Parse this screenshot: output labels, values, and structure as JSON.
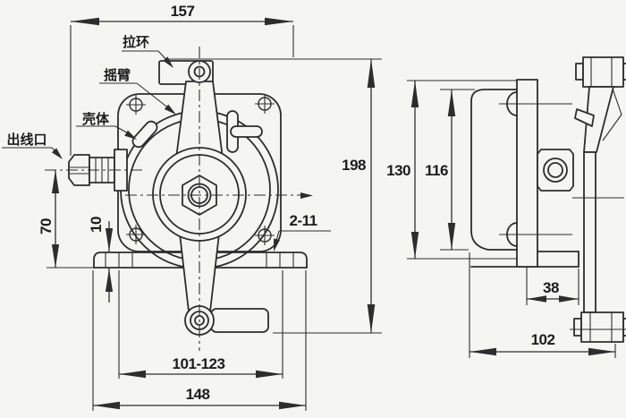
{
  "drawing": {
    "background_color": "#f5f5f2",
    "line_color": "#2d2d2d",
    "labels": {
      "pull_ring": "拉环",
      "rocker_arm": "摇臂",
      "housing": "壳体",
      "cable_outlet": "出线口"
    },
    "dimensions": {
      "overall_width": "157",
      "overall_height": "198",
      "side_height_outer": "130",
      "side_height_body": "116",
      "outlet_height": "70",
      "base_thickness": "10",
      "slot_spec": "2-11",
      "slot_span_range": "101-123",
      "base_width": "148",
      "bracket_depth": "38",
      "side_depth": "102"
    }
  }
}
